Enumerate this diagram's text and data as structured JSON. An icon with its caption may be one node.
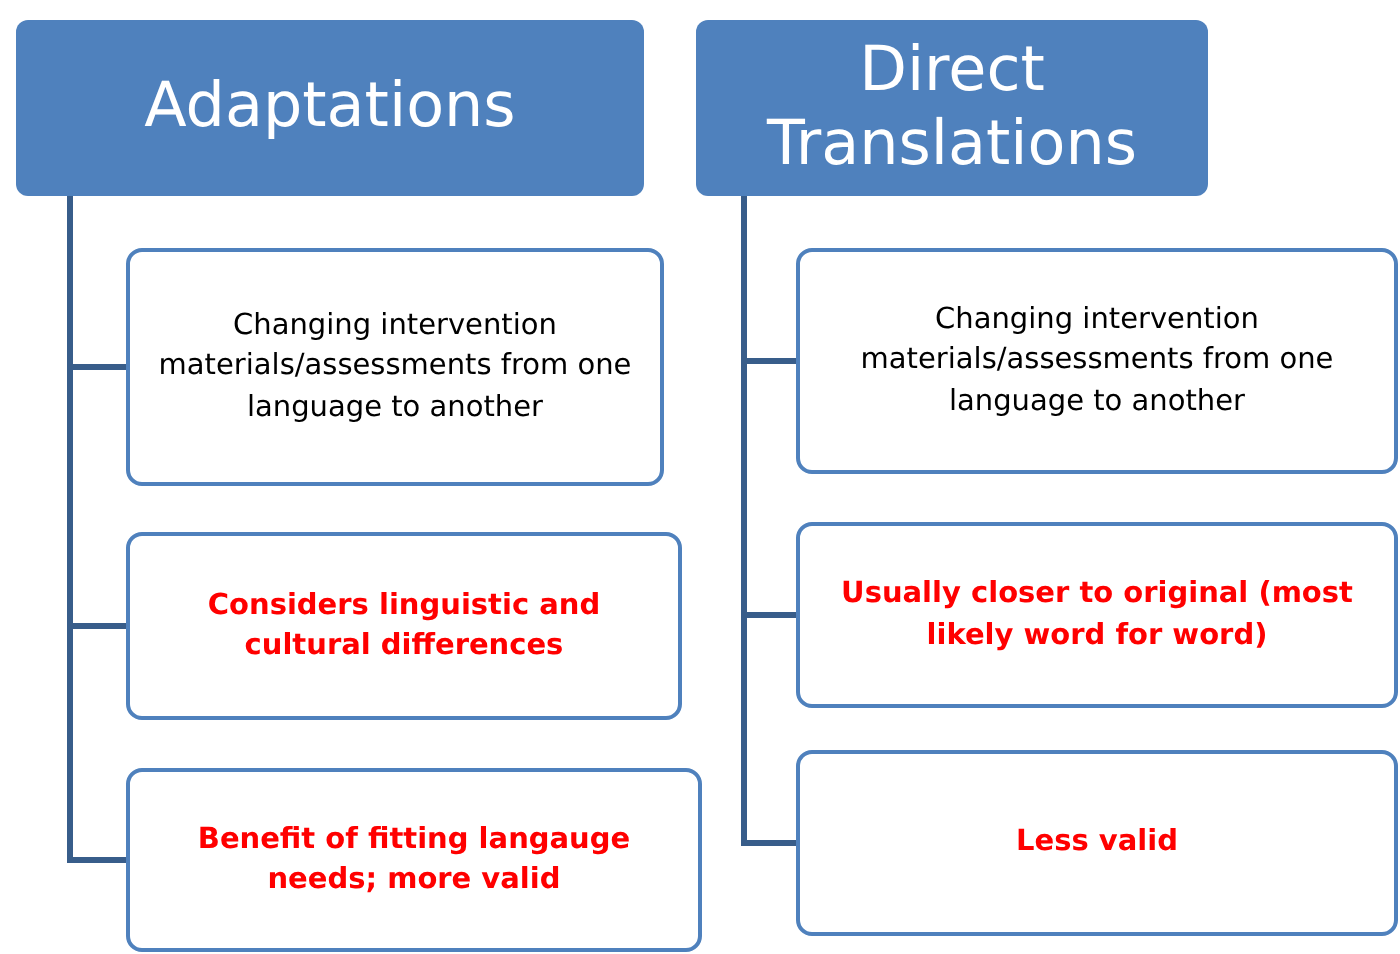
{
  "diagram": {
    "nodes": [
      {
        "text": [
          "Adaptations"
        ]
      },
      {
        "text": [
          "Changing intervention materials/assessments from one language to another"
        ]
      },
      {
        "text": [
          "Considers linguistic and cultural differences"
        ]
      },
      {
        "text": [
          "Benefit of fitting langauge needs; more valid"
        ]
      },
      {
        "text": [
          "Direct Translations"
        ]
      },
      {
        "text": [
          "Changing intervention materials/assessments from one language to another"
        ]
      },
      {
        "text": [
          "Usually closer to original (most likely word for word)"
        ]
      },
      {
        "text": [
          "Less valid"
        ]
      }
    ],
    "edges": [
      {
        "from": 0,
        "to": 1,
        "arrow": "none"
      },
      {
        "from": 0,
        "to": 2,
        "arrow": "none"
      },
      {
        "from": 0,
        "to": 3,
        "arrow": "none"
      },
      {
        "from": 4,
        "to": 5,
        "arrow": "none"
      },
      {
        "from": 4,
        "to": 6,
        "arrow": "none"
      },
      {
        "from": 4,
        "to": 7,
        "arrow": "none"
      }
    ]
  }
}
